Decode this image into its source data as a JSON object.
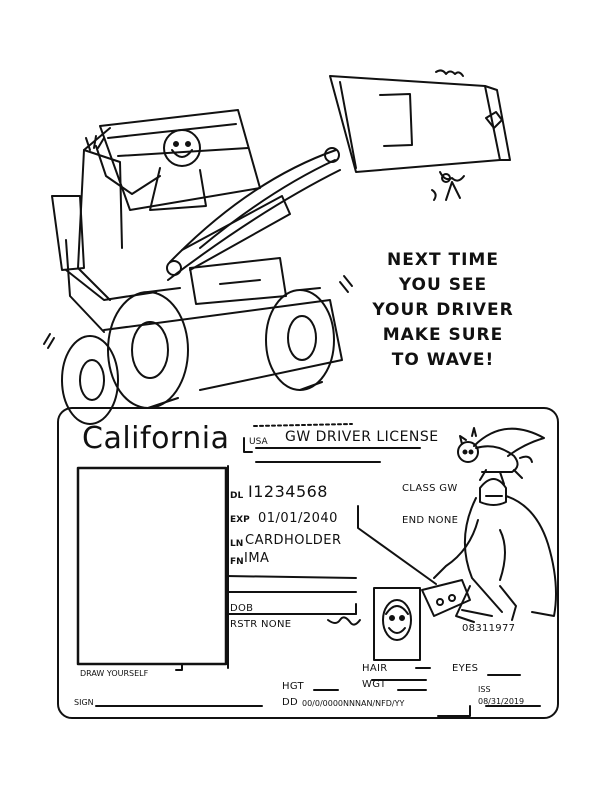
{
  "tagline": [
    "NEXT TIME",
    "YOU SEE",
    "YOUR DRIVER",
    "MAKE SURE",
    "TO WAVE!"
  ],
  "license": {
    "state": "California",
    "country": "USA",
    "title": "GW  DRIVER LICENSE",
    "dl_label": "DL",
    "dl_number": "I1234568",
    "exp_label": "EXP",
    "exp_date": "01/01/2040",
    "ln_label": "LN",
    "last_name": "CARDHOLDER",
    "fn_label": "FN",
    "first_name": "IMA",
    "class_label": "CLASS GW",
    "end_label": "END NONE",
    "dob_label": "DOB",
    "rstr_label": "RSTR NONE",
    "dob_small": "08311977",
    "draw_yourself": "DRAW YOURSELF",
    "hair_label": "HAIR",
    "eyes_label": "EYES",
    "hgt_label": "HGT",
    "wgt_label": "WGT",
    "sign_label": "SIGN",
    "dd_label": "DD",
    "dd_value": "00/0/0000NNNAN/NFD/YY",
    "iss_label": "ISS",
    "iss_date": "08/31/2019"
  }
}
